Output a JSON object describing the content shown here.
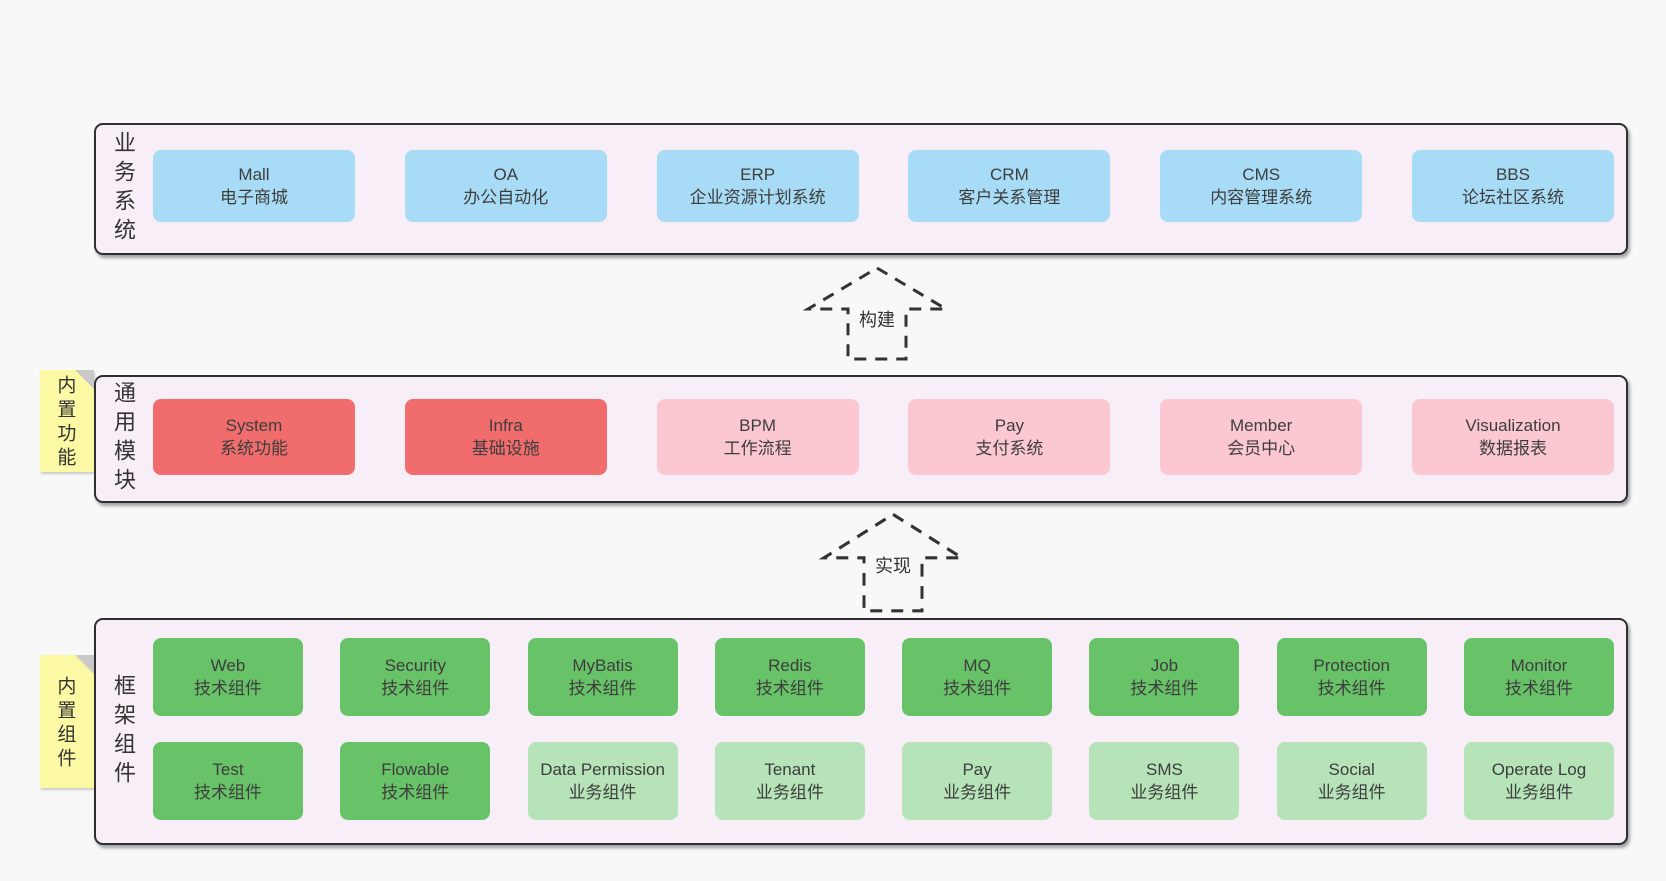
{
  "colors": {
    "page_background": "#f8f8f8",
    "panel_background": "#f8eef7",
    "panel_border": "#2f2f2f",
    "business_box": "#a8dbf5",
    "core_module_box": "#f16c6c",
    "optional_module_box": "#fbc8d2",
    "tech_component_box": "#68c268",
    "biz_component_box": "#b6e3b8",
    "sticky_note": "#fbf9a3",
    "sticky_note_fold": "#c9c9c9",
    "arrow_stroke": "#333333"
  },
  "arrows": [
    {
      "label": "构建"
    },
    {
      "label": "实现"
    }
  ],
  "panels": [
    {
      "label": "业务系统",
      "boxes": [
        {
          "title": "Mall",
          "subtitle": "电子商城"
        },
        {
          "title": "OA",
          "subtitle": "办公自动化"
        },
        {
          "title": "ERP",
          "subtitle": "企业资源计划系统"
        },
        {
          "title": "CRM",
          "subtitle": "客户关系管理"
        },
        {
          "title": "CMS",
          "subtitle": "内容管理系统"
        },
        {
          "title": "BBS",
          "subtitle": "论坛社区系统"
        }
      ]
    },
    {
      "label": "通用模块",
      "note": "内置功能",
      "boxes": [
        {
          "title": "System",
          "subtitle": "系统功能"
        },
        {
          "title": "Infra",
          "subtitle": "基础设施"
        },
        {
          "title": "BPM",
          "subtitle": "工作流程"
        },
        {
          "title": "Pay",
          "subtitle": "支付系统"
        },
        {
          "title": "Member",
          "subtitle": "会员中心"
        },
        {
          "title": "Visualization",
          "subtitle": "数据报表"
        }
      ]
    },
    {
      "label": "框架组件",
      "note": "内置组件",
      "rows": [
        [
          {
            "title": "Web",
            "subtitle": "技术组件"
          },
          {
            "title": "Security",
            "subtitle": "技术组件"
          },
          {
            "title": "MyBatis",
            "subtitle": "技术组件"
          },
          {
            "title": "Redis",
            "subtitle": "技术组件"
          },
          {
            "title": "MQ",
            "subtitle": "技术组件"
          },
          {
            "title": "Job",
            "subtitle": "技术组件"
          },
          {
            "title": "Protection",
            "subtitle": "技术组件"
          },
          {
            "title": "Monitor",
            "subtitle": "技术组件"
          }
        ],
        [
          {
            "title": "Test",
            "subtitle": "技术组件"
          },
          {
            "title": "Flowable",
            "subtitle": "技术组件"
          },
          {
            "title": "Data Permission",
            "subtitle": "业务组件"
          },
          {
            "title": "Tenant",
            "subtitle": "业务组件"
          },
          {
            "title": "Pay",
            "subtitle": "业务组件"
          },
          {
            "title": "SMS",
            "subtitle": "业务组件"
          },
          {
            "title": "Social",
            "subtitle": "业务组件"
          },
          {
            "title": "Operate Log",
            "subtitle": "业务组件"
          }
        ]
      ]
    }
  ]
}
